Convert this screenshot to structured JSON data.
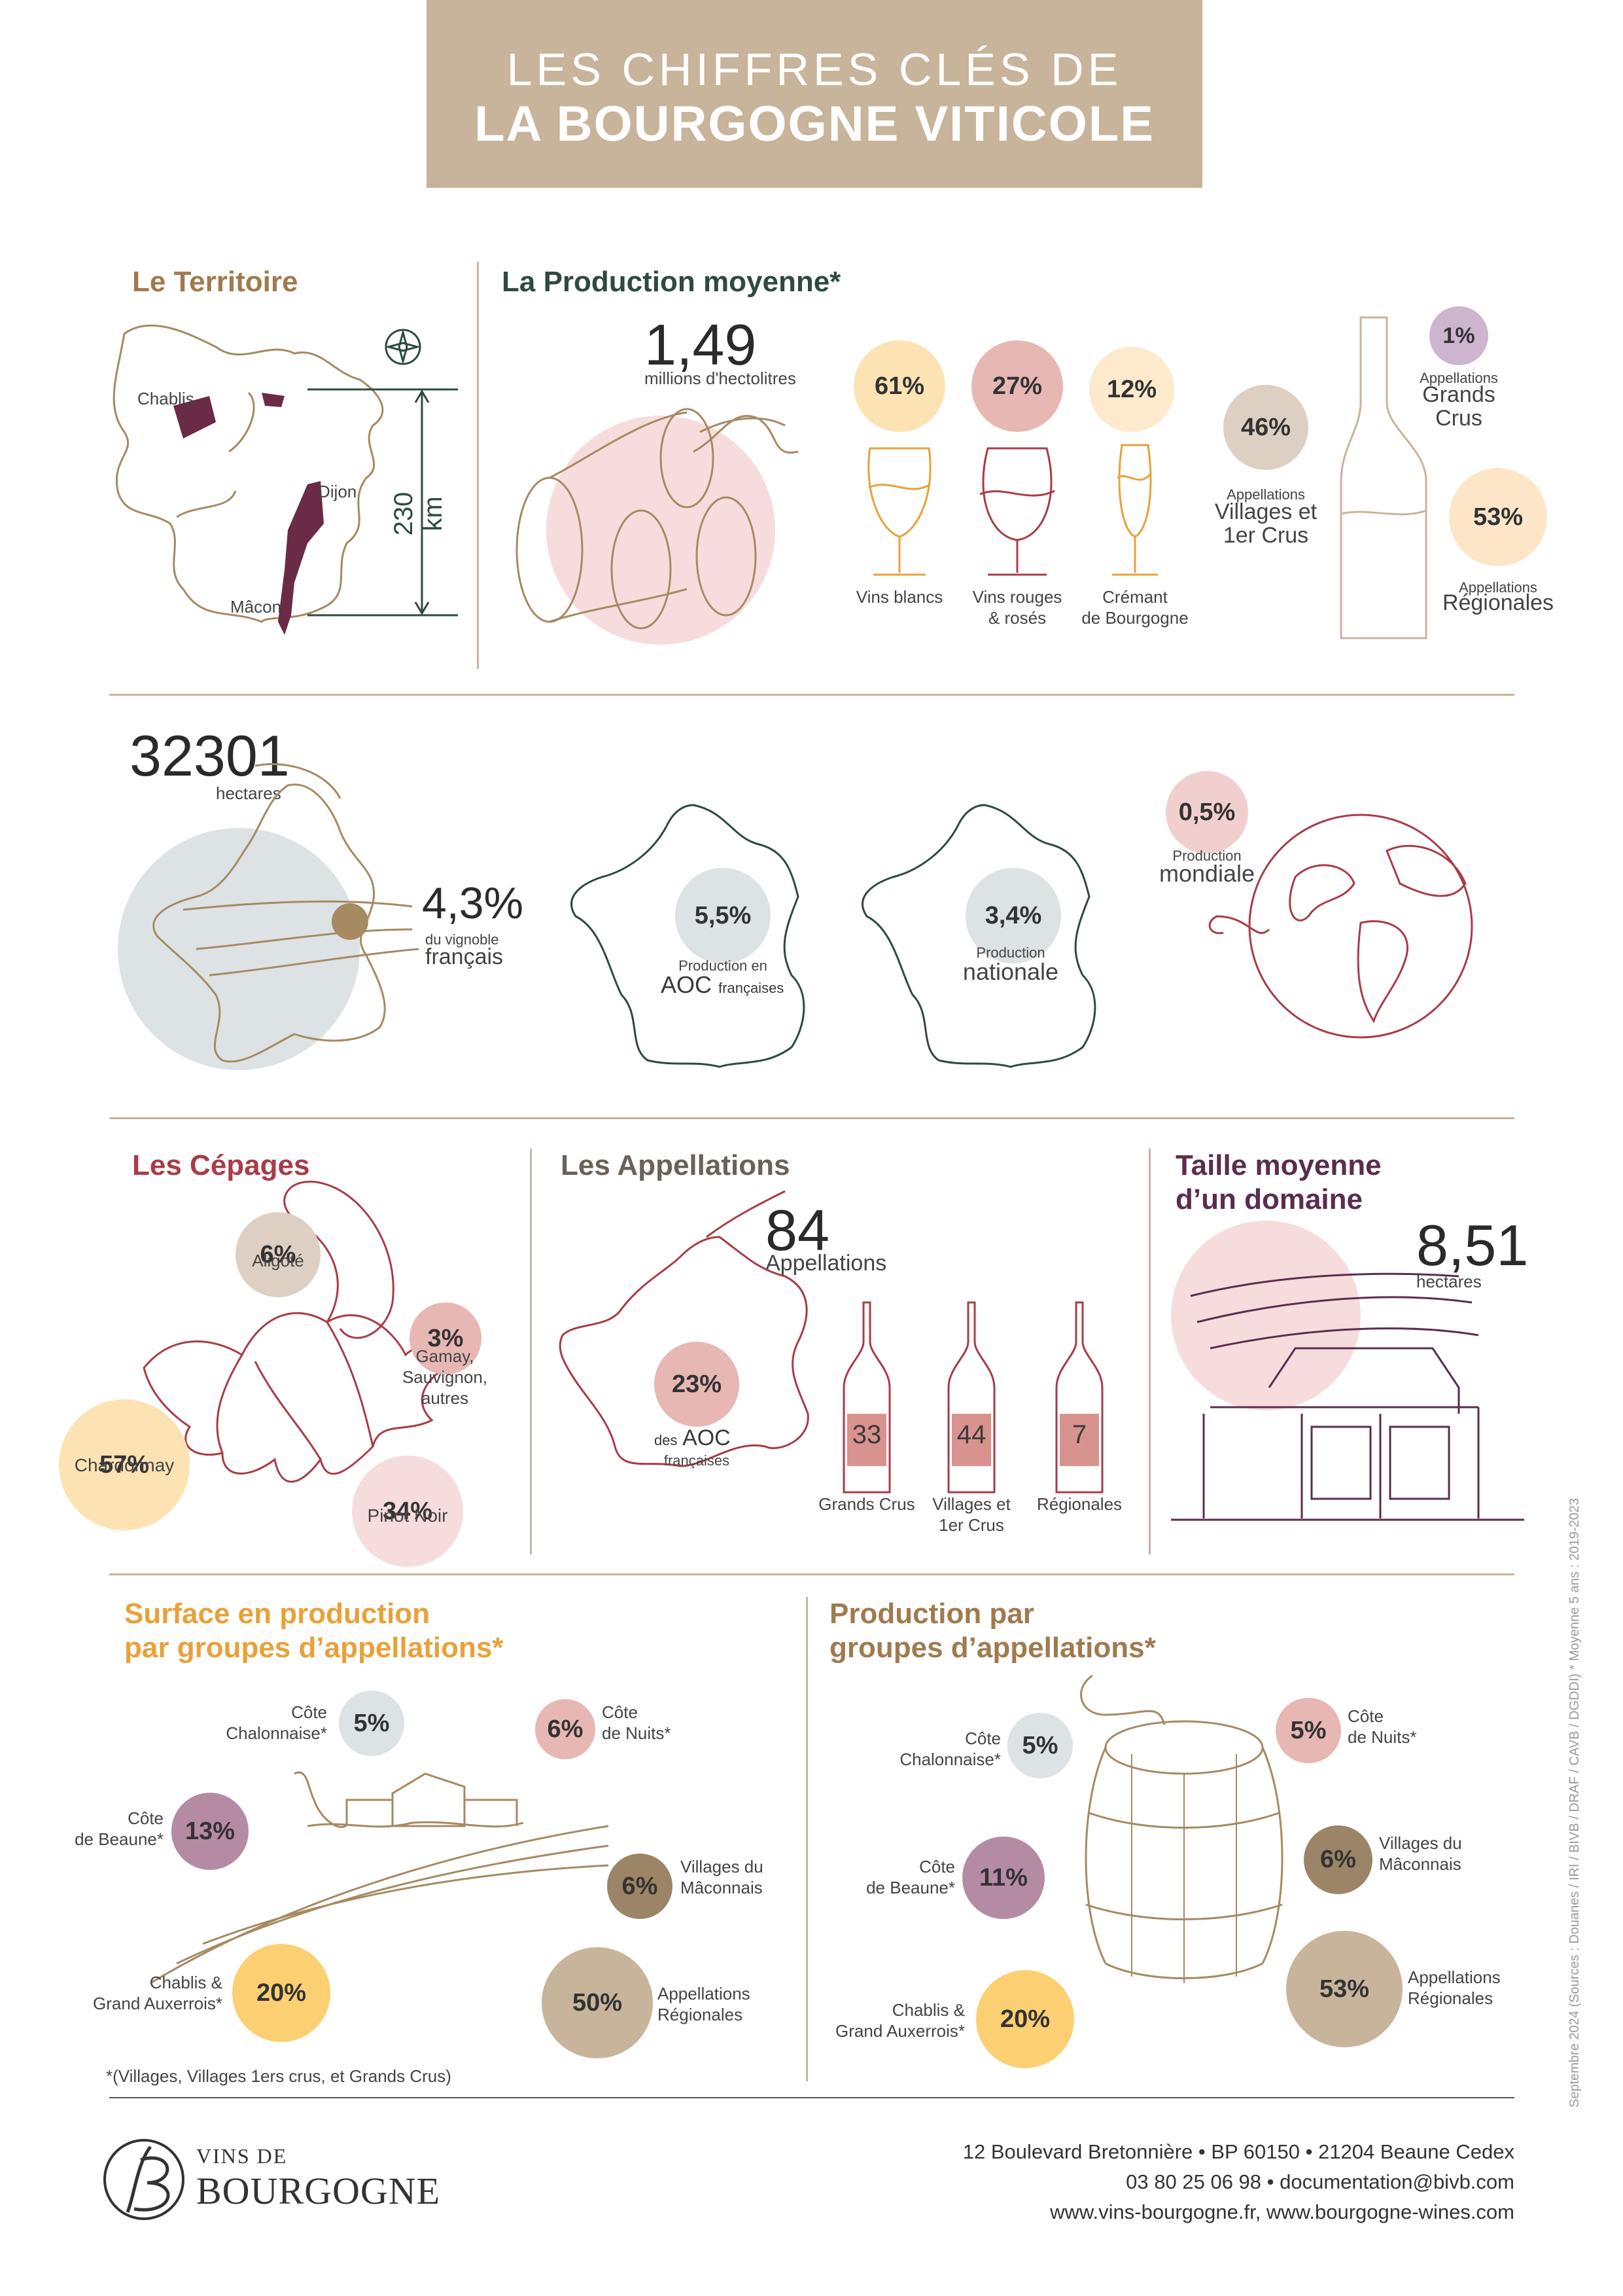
{
  "banner": {
    "line1": "LES CHIFFRES CLÉS DE",
    "line2": "LA BOURGOGNE VITICOLE"
  },
  "territoire": {
    "title": "Le Territoire",
    "cities": [
      "Chablis",
      "Dijon",
      "Mâcon"
    ],
    "distance": "230 km"
  },
  "production": {
    "title": "La Production moyenne*",
    "volume": "1,49",
    "volume_unit": "millions d'hectolitres",
    "glasses": [
      {
        "pct": "61%",
        "label": "Vins blancs",
        "color": "#fde3b4"
      },
      {
        "pct": "27%",
        "label": "Vins rouges\n& rosés",
        "color": "#e7b7b4"
      },
      {
        "pct": "12%",
        "label": "Crémant\nde Bourgogne",
        "color": "#fdeacc"
      }
    ],
    "appellations": [
      {
        "pct": "1%",
        "small": "Appellations",
        "big": "Grands\nCrus"
      },
      {
        "pct": "46%",
        "small": "Appellations",
        "big": "Villages et\n1er Crus"
      },
      {
        "pct": "53%",
        "small": "Appellations",
        "big": "Régionales"
      }
    ]
  },
  "surface": {
    "value": "32301",
    "unit": "hectares",
    "pct": "4,3%",
    "pct_small": "du vignoble",
    "pct_big": "français"
  },
  "france": [
    {
      "pct": "5,5%",
      "small": "Production en",
      "big": "AOC",
      "suffix": "françaises"
    },
    {
      "pct": "3,4%",
      "small": "Production",
      "big": "nationale"
    }
  ],
  "monde": {
    "pct": "0,5%",
    "small": "Production",
    "big": "mondiale"
  },
  "cepages": {
    "title": "Les Cépages",
    "items": [
      {
        "pct": "6%",
        "label": "Aligoté"
      },
      {
        "pct": "3%",
        "label": "Gamay,\nSauvignon,\nautres"
      },
      {
        "pct": "57%",
        "label": "Chardonnay"
      },
      {
        "pct": "34%",
        "label": "Pinot Noir"
      }
    ]
  },
  "appellations": {
    "title": "Les Appellations",
    "count": "84",
    "count_label": "Appellations",
    "aoc_pct": "23%",
    "aoc_small": "des",
    "aoc_big": "AOC",
    "aoc_suffix": "françaises",
    "bottles": [
      {
        "value": "33",
        "label": "Grands Crus"
      },
      {
        "value": "44",
        "label": "Villages et\n1er Crus"
      },
      {
        "value": "7",
        "label": "Régionales"
      }
    ]
  },
  "domaine": {
    "title": "Taille moyenne\nd’un domaine",
    "value": "8,51",
    "unit": "hectares"
  },
  "surface_groupes": {
    "title": "Surface en production\npar groupes d’appellations*",
    "items": [
      {
        "pct": "5%",
        "label": "Côte\nChalonnaise*"
      },
      {
        "pct": "6%",
        "label": "Côte\nde Nuits*"
      },
      {
        "pct": "13%",
        "label": "Côte\nde Beaune*"
      },
      {
        "pct": "6%",
        "label": "Villages du\nMâconnais"
      },
      {
        "pct": "20%",
        "label": "Chablis &\nGrand Auxerrois*"
      },
      {
        "pct": "50%",
        "label": "Appellations\nRégionales"
      }
    ],
    "footnote": "*(Villages, Villages 1ers crus, et Grands Crus)"
  },
  "production_groupes": {
    "title": "Production par\ngroupes d’appellations*",
    "items": [
      {
        "pct": "5%",
        "label": "Côte\nChalonnaise*"
      },
      {
        "pct": "5%",
        "label": "Côte\nde Nuits*"
      },
      {
        "pct": "11%",
        "label": "Côte\nde Beaune*"
      },
      {
        "pct": "6%",
        "label": "Villages du\nMâconnais"
      },
      {
        "pct": "20%",
        "label": "Chablis &\nGrand Auxerrois*"
      },
      {
        "pct": "53%",
        "label": "Appellations\nRégionales"
      }
    ]
  },
  "sources": "Septembre 2024 (Sources : Douanes / IRI / BIVB / DRAF / CAVB / DGDDI) * Moyenne 5 ans : 2019-2023",
  "footer": {
    "logo_small": "VINS DE",
    "logo_big": "BOURGOGNE",
    "address": "12 Boulevard Bretonnière • BP 60150 • 21204 Beaune Cedex",
    "contact": "03 80 25 06 98 • documentation@bivb.com",
    "web": "www.vins-bourgogne.fr, www.bourgogne-wines.com"
  },
  "colors": {
    "tan": "#c8b49a",
    "territoire": "#a07a4e",
    "production": "#2e4a3e",
    "cepages": "#a83c48",
    "appellations": "#6a6158",
    "domaine": "#5a2d4e",
    "orange": "#e8a13a",
    "line_tan": "#a68a62",
    "wine": "#6b2a45"
  }
}
